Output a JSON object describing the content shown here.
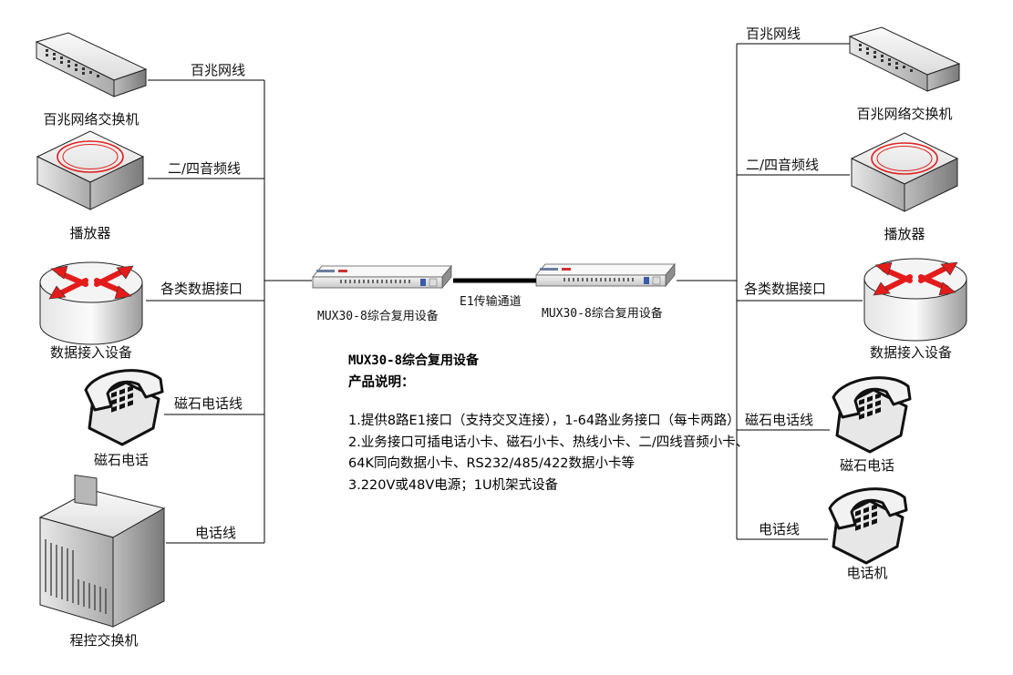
{
  "left": {
    "devices": {
      "switch": "百兆网络交换机",
      "player": "播放器",
      "router": "数据接入设备",
      "magneto_phone": "磁石电话",
      "pbx": "程控交换机"
    },
    "lines": {
      "ethernet": "百兆网线",
      "audio": "二/四音频线",
      "data": "各类数据接口",
      "magneto": "磁石电话线",
      "phone": "电话线"
    }
  },
  "right": {
    "devices": {
      "switch": "百兆网络交换机",
      "player": "播放器",
      "router": "数据接入设备",
      "magneto_phone": "磁石电话",
      "phone": "电话机"
    },
    "lines": {
      "ethernet": "百兆网线",
      "audio": "二/四音频线",
      "data": "各类数据接口",
      "magneto": "磁石电话线",
      "phone": "电话线"
    }
  },
  "center": {
    "mux_left_label": "MUX30-8综合复用设备",
    "mux_right_label": "MUX30-8综合复用设备",
    "link_label": "E1传输通道"
  },
  "description": {
    "title": "MUX30-8综合复用设备",
    "subtitle": "产品说明：",
    "items": [
      "1.提供8路E1接口（支持交叉连接），1-64路业务接口（每卡两路）",
      "2.业务接口可插电话小卡、磁石小卡、热线小卡、二/四线音频小卡、64K同向数据小卡、RS232/485/422数据小卡等",
      "3.220V或48V电源；1U机架式设备"
    ]
  },
  "colors": {
    "line": "#000000",
    "player_ring": "#e02020",
    "router_arrows": "#e41b1b",
    "device_gray": "#d9d9d9",
    "device_dark": "#6e6e6e"
  },
  "icons": {
    "switch": "network-switch-icon",
    "player": "player-icon",
    "router": "router-icon",
    "phone": "telephone-icon",
    "pbx": "pbx-cabinet-icon",
    "mux": "rack-unit-icon"
  }
}
